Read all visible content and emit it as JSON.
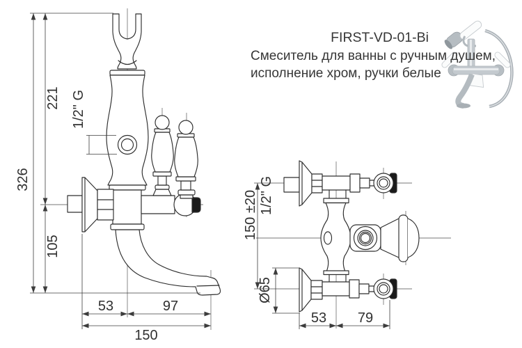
{
  "title_block": {
    "code": "FIRST-VD-01-Bi",
    "line1": "Смеситель для ванны с ручным душем,",
    "line2": "исполнение хром, ручки белые"
  },
  "side_view": {
    "dims": {
      "overall_height": "326",
      "top_to_axis": "221",
      "axis_to_spout_end": "105",
      "thread": "1/2\" G",
      "wall_to_axis": "53",
      "axis_to_spout_tip": "97",
      "overall_depth": "150"
    }
  },
  "front_view": {
    "dims": {
      "connection_centers": "150 ±20",
      "thread": "1/2\" G",
      "flange_diameter": "Ø65",
      "wall_to_axis": "53",
      "axis_to_handle_end": "79"
    }
  },
  "colors": {
    "ink": "#2d2d2d",
    "dim_line": "#3c3c3c",
    "text": "#303030",
    "chrome": "#c4cacf",
    "chrome_dark": "#aab1b7",
    "white_part": "#fbfcfc"
  }
}
